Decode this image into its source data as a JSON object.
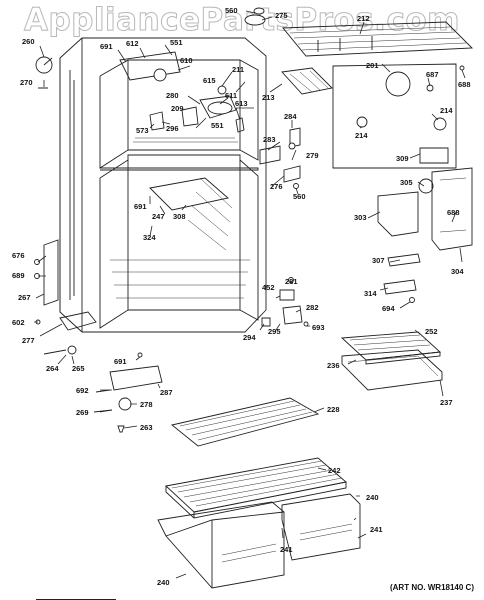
{
  "watermark": "AppliancePartsPros.com",
  "art_number": "(ART NO. WR18140 C)",
  "labels": {
    "l560a": "560",
    "l275": "275",
    "l212": "212",
    "l260": "260",
    "l691a": "691",
    "l612": "612",
    "l551a": "551",
    "l610": "610",
    "l211": "211",
    "l270": "270",
    "l615": "615",
    "l280": "280",
    "l213": "213",
    "l201": "201",
    "l687": "687",
    "l688a": "688",
    "l209": "209",
    "l611": "611",
    "l551b": "551",
    "l613": "613",
    "l573": "573",
    "l296": "296",
    "l214a": "214",
    "l214b": "214",
    "l284": "284",
    "l283": "283",
    "l279": "279",
    "l309": "309",
    "l276": "276",
    "l560b": "560",
    "l305": "305",
    "l691b": "691",
    "l247": "247",
    "l308": "308",
    "l303": "303",
    "l688b": "688",
    "l324": "324",
    "l676": "676",
    "l689": "689",
    "l307": "307",
    "l304": "304",
    "l267": "267",
    "l281": "281",
    "l452": "452",
    "l282": "282",
    "l314": "314",
    "l694": "694",
    "l602": "602",
    "l693": "693",
    "l294": "294",
    "l295": "295",
    "l277": "277",
    "l252": "252",
    "l264": "264",
    "l265": "265",
    "l236": "236",
    "l691c": "691",
    "l237": "237",
    "l692": "692",
    "l287": "287",
    "l269": "269",
    "l278": "278",
    "l228": "228",
    "l263": "263",
    "l242": "242",
    "l240a": "240",
    "l241a": "241",
    "l241b": "241",
    "l240b": "240"
  }
}
